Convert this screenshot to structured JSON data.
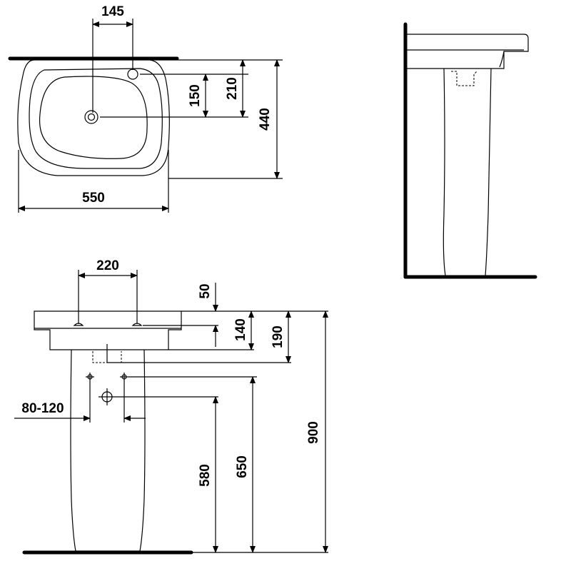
{
  "dimensions": {
    "top_tap_spacing": "145",
    "top_overflow_depth": "150",
    "top_tap_depth": "210",
    "top_total_depth": "440",
    "top_width": "550",
    "front_tap_spacing": "220",
    "front_tap_offset": "50",
    "front_waste_depth": "140",
    "front_basin_height": "190",
    "front_supply_range": "80-120",
    "front_waste_height": "580",
    "front_supply_height": "650",
    "front_total_height": "900"
  }
}
